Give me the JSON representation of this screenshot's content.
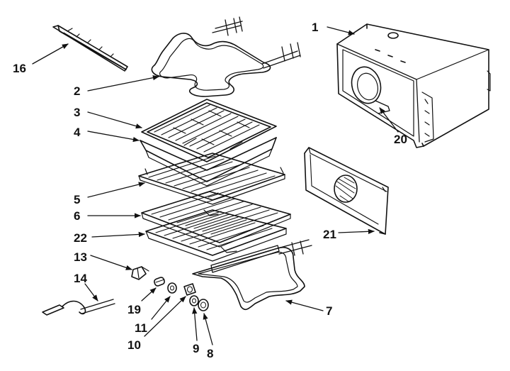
{
  "callouts": [
    {
      "id": "1",
      "label": "1"
    },
    {
      "id": "2",
      "label": "2"
    },
    {
      "id": "3",
      "label": "3"
    },
    {
      "id": "4",
      "label": "4"
    },
    {
      "id": "5",
      "label": "5"
    },
    {
      "id": "6",
      "label": "6"
    },
    {
      "id": "7",
      "label": "7"
    },
    {
      "id": "8",
      "label": "8"
    },
    {
      "id": "9",
      "label": "9"
    },
    {
      "id": "10",
      "label": "10"
    },
    {
      "id": "11",
      "label": "11"
    },
    {
      "id": "13",
      "label": "13"
    },
    {
      "id": "14",
      "label": "14"
    },
    {
      "id": "16",
      "label": "16"
    },
    {
      "id": "19",
      "label": "19"
    },
    {
      "id": "20",
      "label": "20"
    },
    {
      "id": "21",
      "label": "21"
    },
    {
      "id": "22",
      "label": "22"
    }
  ],
  "colors": {
    "ink": "#111111",
    "paper": "#ffffff"
  }
}
